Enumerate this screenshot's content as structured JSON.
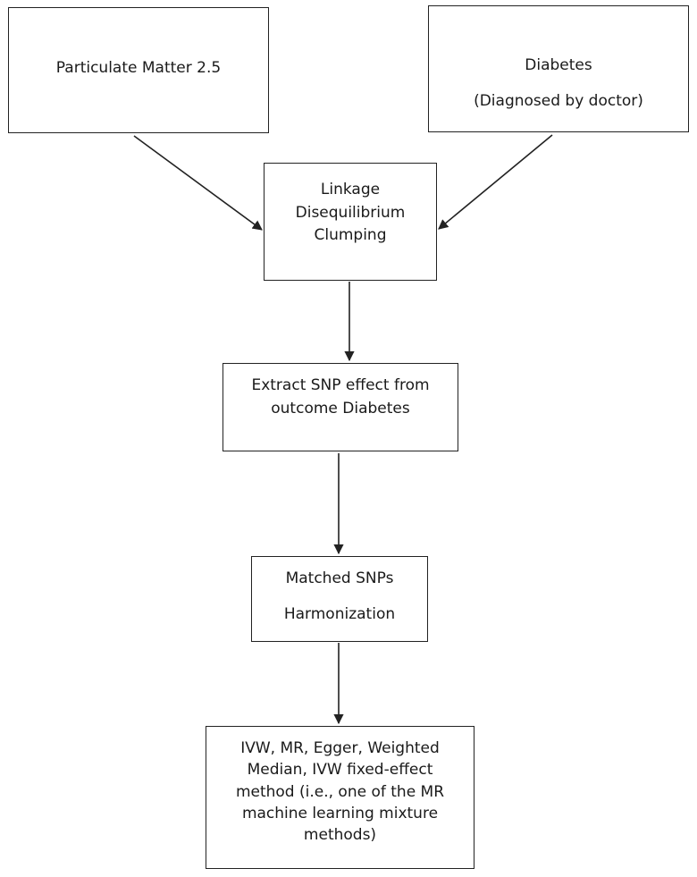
{
  "nodes": {
    "pm": {
      "lines": [
        "Particulate Matter 2.5"
      ]
    },
    "diabetes": {
      "lines": [
        "Diabetes",
        "(Diagnosed by doctor)"
      ]
    },
    "ld": {
      "lines": [
        "Linkage",
        "Disequilibrium",
        "Clumping"
      ]
    },
    "extract": {
      "lines": [
        "Extract SNP effect from",
        "outcome Diabetes"
      ]
    },
    "match": {
      "lines": [
        "Matched SNPs",
        "Harmonization"
      ]
    },
    "methods": {
      "lines": [
        "IVW, MR, Egger, Weighted",
        "Median, IVW fixed-effect",
        "method (i.e., one of the MR",
        "machine learning mixture",
        "methods)"
      ]
    }
  },
  "edges": [
    {
      "from": "pm",
      "to": "ld"
    },
    {
      "from": "diabetes",
      "to": "ld"
    },
    {
      "from": "ld",
      "to": "extract"
    },
    {
      "from": "extract",
      "to": "match"
    },
    {
      "from": "match",
      "to": "methods"
    }
  ],
  "colors": {
    "stroke": "#222222",
    "text": "#1a1a1a",
    "background": "#ffffff"
  }
}
